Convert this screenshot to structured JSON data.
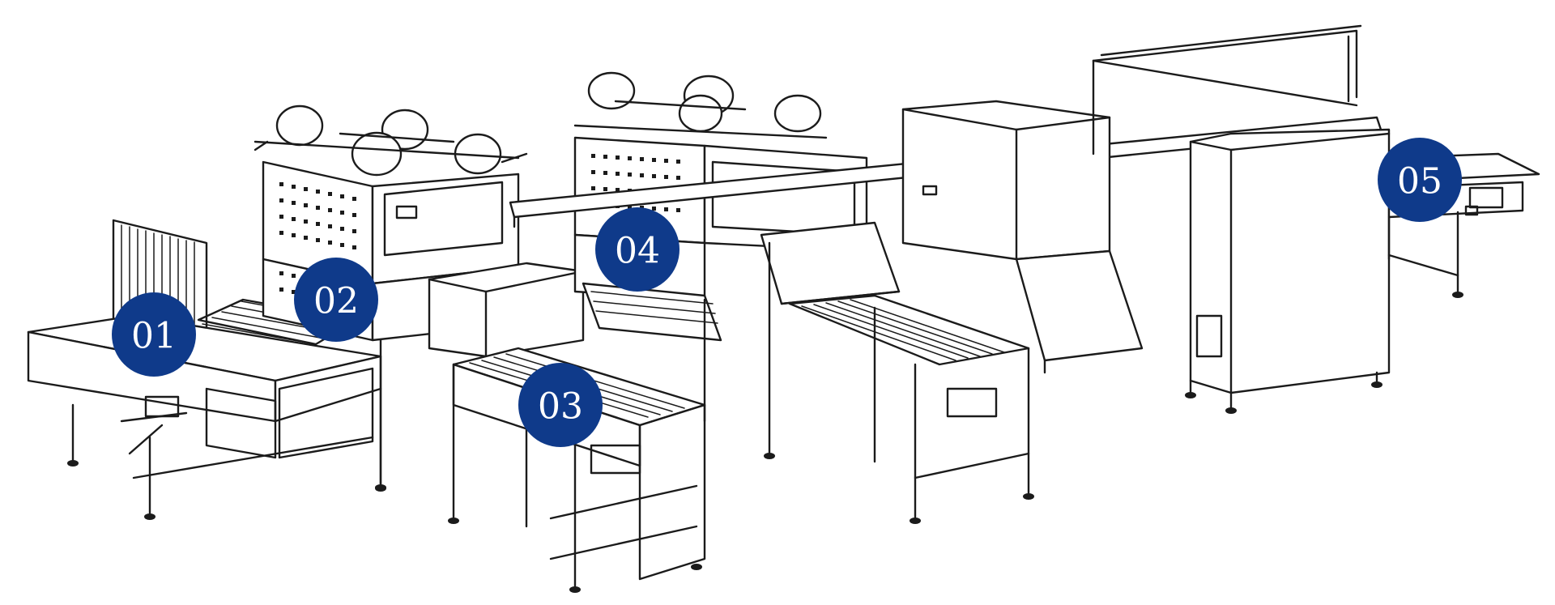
{
  "colors": {
    "marker": "#0f3a8a",
    "marker_text": "#ffffff",
    "line": "#1b1b1b",
    "background": "#ffffff"
  },
  "markers": [
    {
      "id": "01",
      "label": "01"
    },
    {
      "id": "02",
      "label": "02"
    },
    {
      "id": "03",
      "label": "03"
    },
    {
      "id": "04",
      "label": "04"
    },
    {
      "id": "05",
      "label": "05"
    }
  ]
}
